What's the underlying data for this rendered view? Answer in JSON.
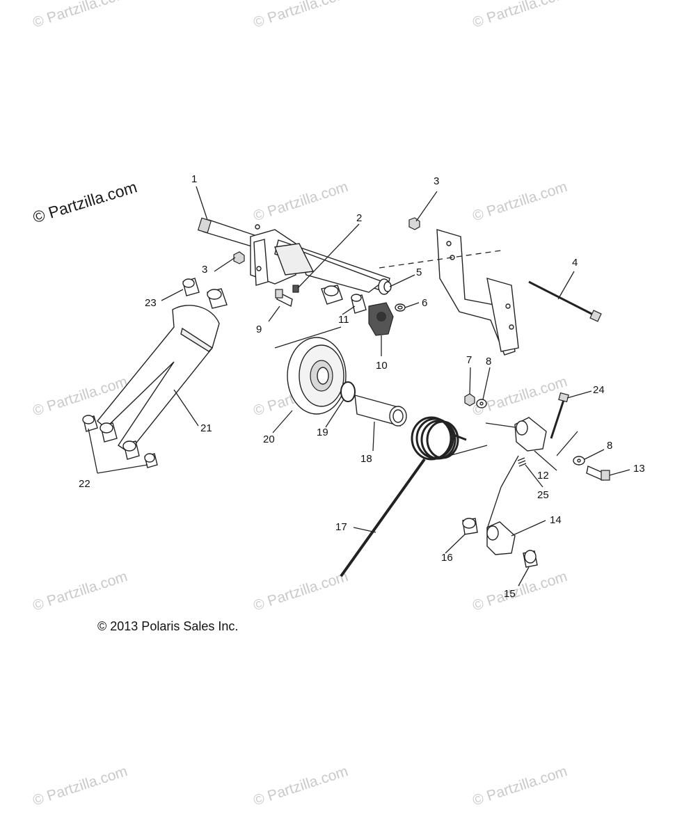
{
  "watermarks": {
    "text": "© Partzilla.com",
    "main_text": "© Partzilla.com"
  },
  "copyright": "© 2013 Polaris Sales Inc.",
  "callouts": [
    "1",
    "2",
    "3",
    "3",
    "4",
    "5",
    "6",
    "7",
    "8",
    "8",
    "9",
    "10",
    "11",
    "12",
    "13",
    "14",
    "15",
    "16",
    "17",
    "18",
    "19",
    "20",
    "21",
    "22",
    "23",
    "24",
    "25"
  ]
}
